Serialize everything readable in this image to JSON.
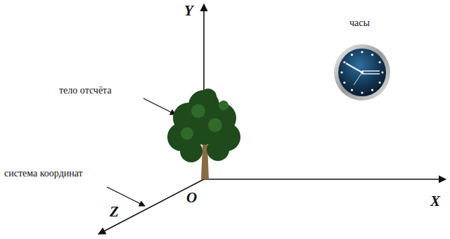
{
  "diagram": {
    "labels": [
      "Y",
      "часы",
      "тело отсчёта",
      "система координат",
      "O",
      "X",
      "Z"
    ]
  }
}
